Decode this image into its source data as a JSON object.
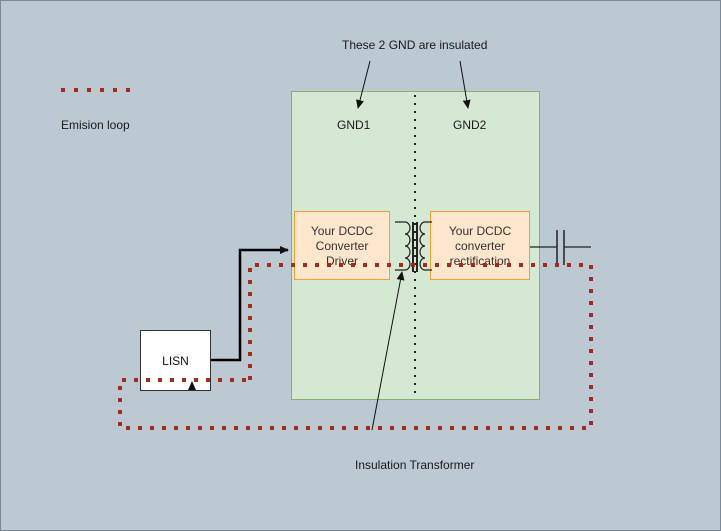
{
  "labels": {
    "insulated_note": "These 2 GND are insulated",
    "emission_legend": "Emision loop",
    "gnd1": "GND1",
    "gnd2": "GND2",
    "transformer": "Insulation Transformer",
    "lisn": "LISN"
  },
  "blocks": {
    "driver": [
      "Your DCDC",
      "Converter",
      "Driver"
    ],
    "rectification": [
      "Your DCDC",
      "converter",
      "rectification"
    ]
  },
  "colors": {
    "background": "#bcc8d2",
    "insulated_area_fill": "#d5e8d4",
    "insulated_area_stroke": "#82b366",
    "block_fill": "#ffe6cc",
    "block_stroke": "#f0a030",
    "emission_loop": "#a52a1e"
  }
}
